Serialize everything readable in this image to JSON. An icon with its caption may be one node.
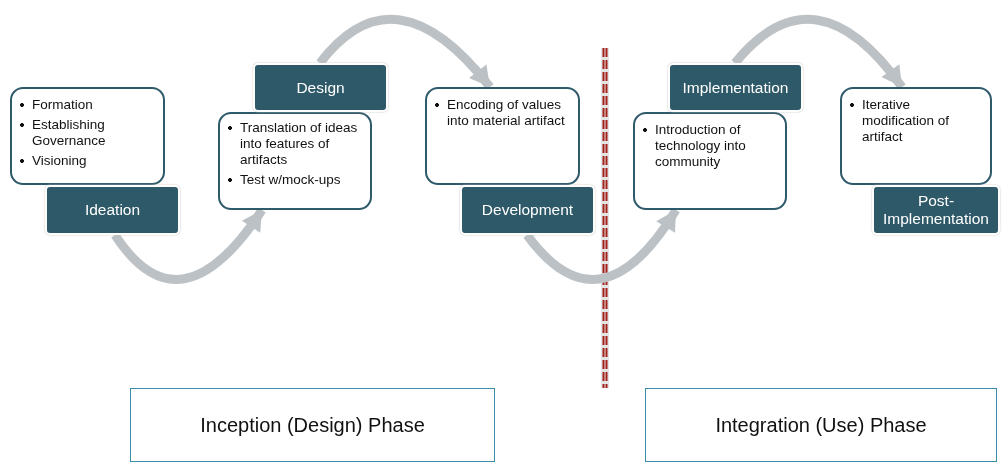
{
  "diagram": {
    "nodes": [
      {
        "text": [
          "Formation",
          "Establishing Governance",
          "Visioning"
        ]
      },
      {
        "text": [
          "Ideation"
        ]
      },
      {
        "text": [
          "Translation of ideas into features of artifacts",
          "Test w/mock-ups"
        ]
      },
      {
        "text": [
          "Design"
        ]
      },
      {
        "text": [
          "Encoding of values into material artifact"
        ]
      },
      {
        "text": [
          "Development"
        ]
      },
      {
        "text": [
          "Introduction of technology into community"
        ]
      },
      {
        "text": [
          "Implementation"
        ]
      },
      {
        "text": [
          "Iterative modification of artifact"
        ]
      },
      {
        "text": [
          "Post-Implementation"
        ]
      },
      {
        "text": [
          "Inception (Design) Phase"
        ]
      },
      {
        "text": [
          "Integration (Use) Phase"
        ]
      }
    ],
    "edges": [
      {
        "from": 1,
        "to": 2,
        "arrow": "to"
      },
      {
        "from": 3,
        "to": 4,
        "arrow": "to"
      },
      {
        "from": 5,
        "to": 6,
        "arrow": "to"
      },
      {
        "from": 7,
        "to": 8,
        "arrow": "to"
      }
    ]
  }
}
